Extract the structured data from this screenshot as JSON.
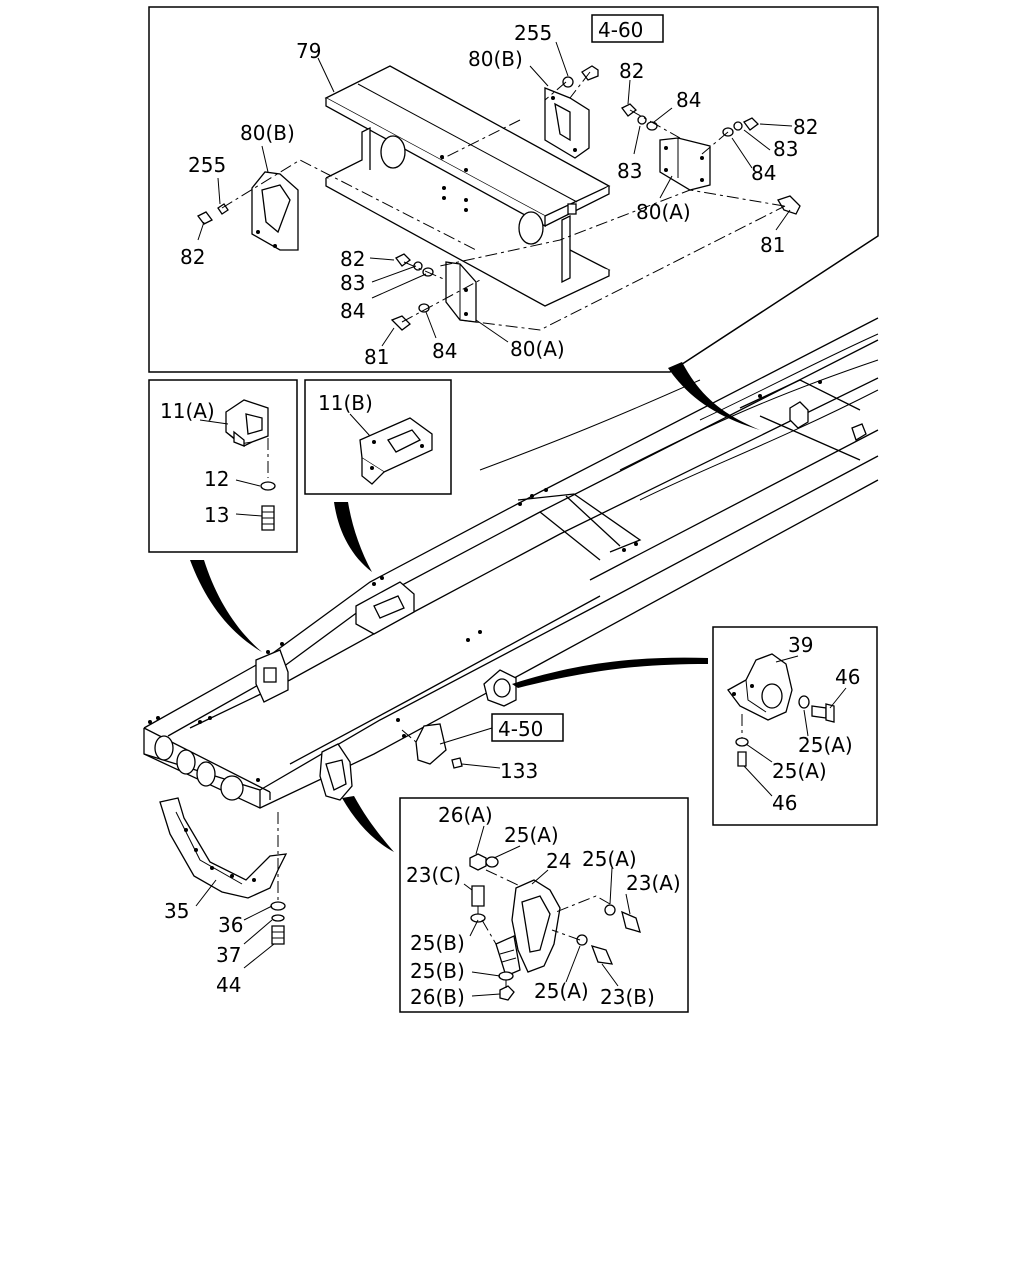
{
  "diagram": {
    "refs": {
      "ref_top": "4-60",
      "ref_mid": "4-50"
    },
    "top_panel": {
      "l79": "79",
      "l255a": "255",
      "l80b_a": "80(B)",
      "l82a": "82",
      "l84a": "84",
      "l82b": "82",
      "l83a": "83",
      "l84b": "84",
      "l83b": "83",
      "l80a_a": "80(A)",
      "l81a": "81",
      "l80b_b": "80(B)",
      "l255b": "255",
      "l82c": "82",
      "l82d": "82",
      "l83c": "83",
      "l84c": "84",
      "l81b": "81",
      "l84d": "84",
      "l80a_b": "80(A)"
    },
    "box_11a": {
      "l11a": "11(A)",
      "l12": "12",
      "l13": "13"
    },
    "box_11b": {
      "l11b": "11(B)"
    },
    "box_39": {
      "l39": "39",
      "l46a": "46",
      "l25a1": "25(A)",
      "l25a2": "25(A)",
      "l46b": "46"
    },
    "main": {
      "l133": "133",
      "l35": "35",
      "l36": "36",
      "l37": "37",
      "l44": "44"
    },
    "box_24": {
      "l26a": "26(A)",
      "l25a1": "25(A)",
      "l23c": "23(C)",
      "l24": "24",
      "l25a2": "25(A)",
      "l23a": "23(A)",
      "l25b1": "25(B)",
      "l25b2": "25(B)",
      "l25a3": "25(A)",
      "l26b": "26(B)",
      "l23b": "23(B)"
    }
  }
}
